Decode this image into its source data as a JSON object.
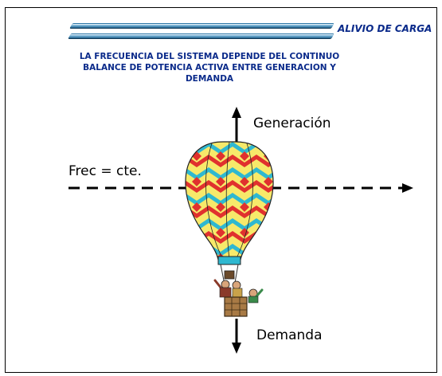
{
  "header": {
    "title": "ALIVIO DE CARGA",
    "subtitle": "LA FRECUENCIA DEL SISTEMA DEPENDE DEL CONTINUO BALANCE DE POTENCIA ACTIVA ENTRE GENERACION Y DEMANDA"
  },
  "diagram": {
    "up_label": "Generación",
    "horizontal_label": "Frec = cte.",
    "down_label": "Demanda"
  },
  "colors": {
    "header_text": "#0a2a8a",
    "balloon_red": "#e0312e",
    "balloon_cyan": "#2fb8d0",
    "balloon_yellow": "#f7e96a"
  }
}
